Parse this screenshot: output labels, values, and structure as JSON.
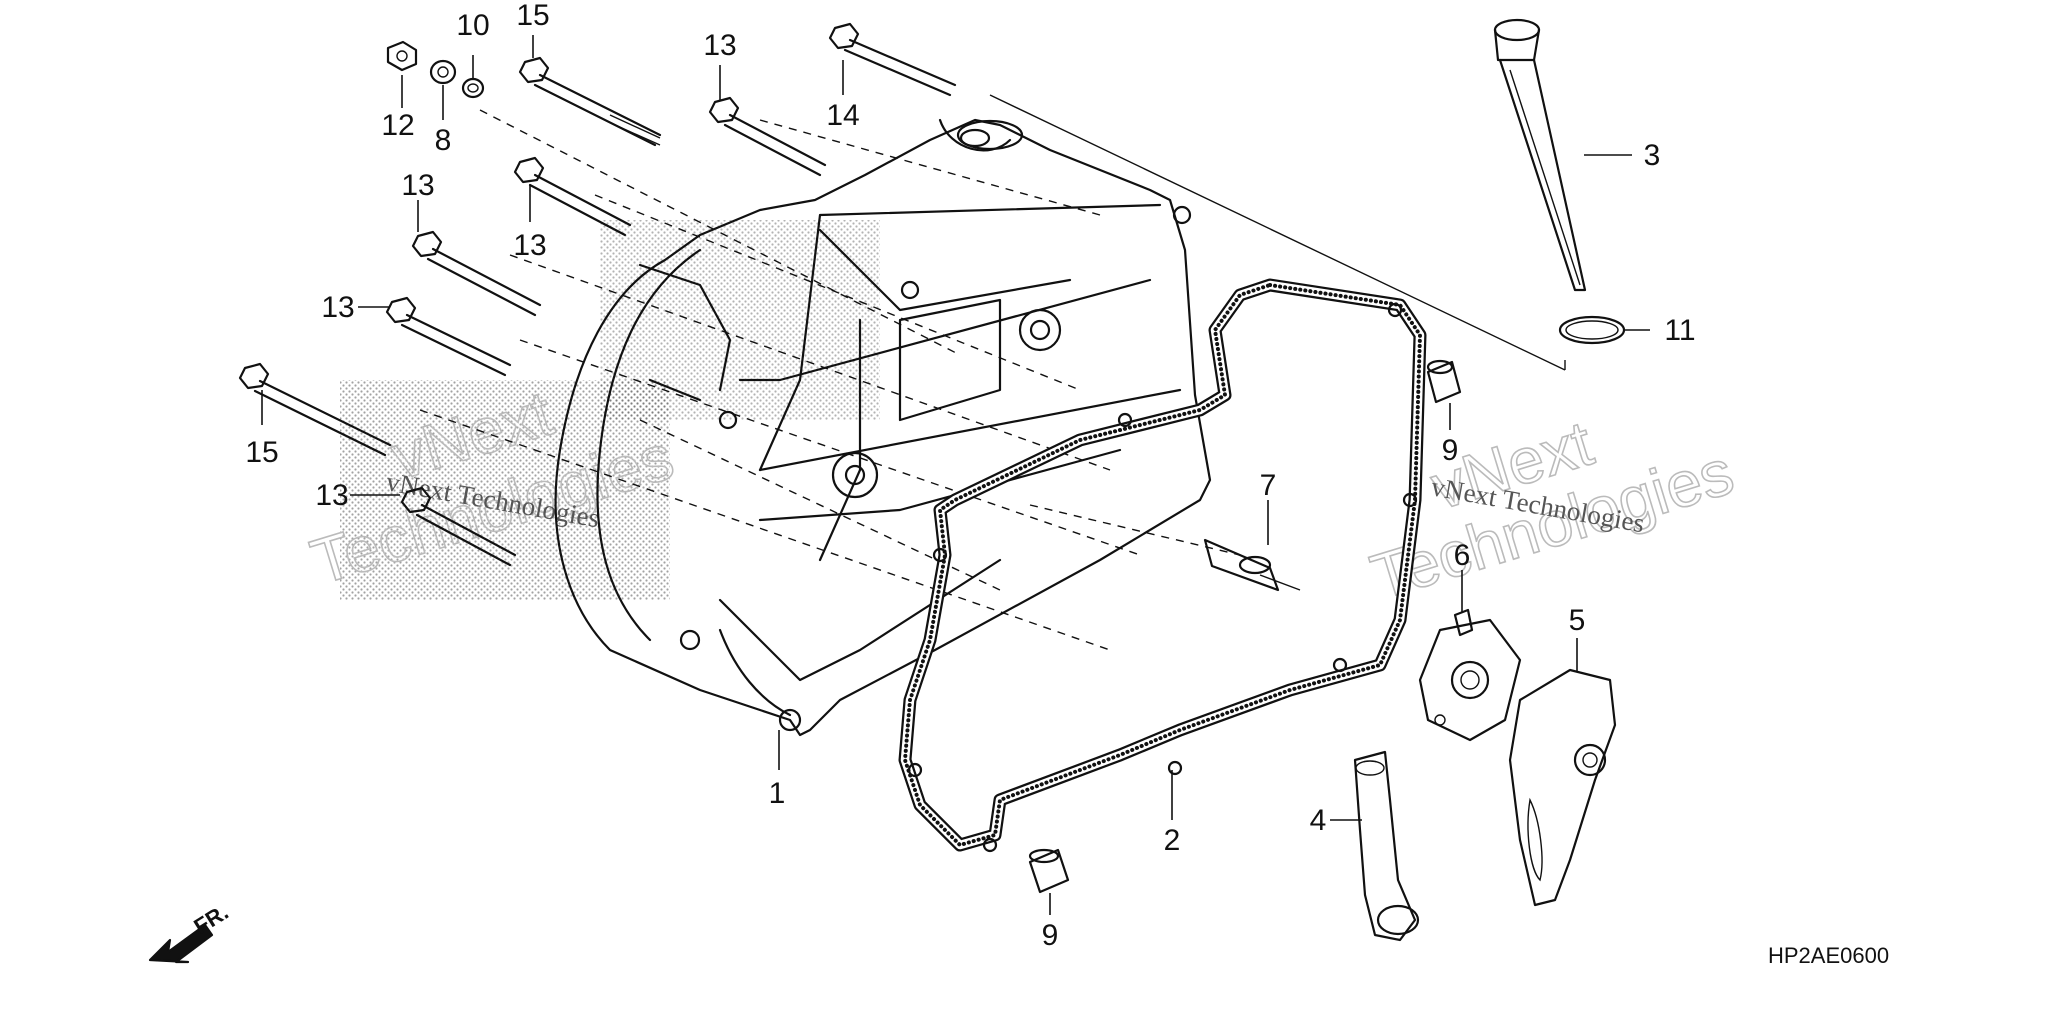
{
  "diagram_code": "HP2AE0600",
  "direction_label": "FR.",
  "watermark": {
    "left_line1": "vNext",
    "left_line2": "Technologies",
    "left_caption": "vNext Technologies",
    "right_line1": "vNext",
    "right_line2": "Technologies",
    "right_caption": "vNext Technologies"
  },
  "callouts": [
    {
      "id": "c1",
      "label": "1"
    },
    {
      "id": "c2",
      "label": "2"
    },
    {
      "id": "c3",
      "label": "3"
    },
    {
      "id": "c4",
      "label": "4"
    },
    {
      "id": "c5",
      "label": "5"
    },
    {
      "id": "c6",
      "label": "6"
    },
    {
      "id": "c7",
      "label": "7"
    },
    {
      "id": "c8",
      "label": "8"
    },
    {
      "id": "c9a",
      "label": "9"
    },
    {
      "id": "c9b",
      "label": "9"
    },
    {
      "id": "c10",
      "label": "10"
    },
    {
      "id": "c11",
      "label": "11"
    },
    {
      "id": "c12",
      "label": "12"
    },
    {
      "id": "c13a",
      "label": "13"
    },
    {
      "id": "c13b",
      "label": "13"
    },
    {
      "id": "c13c",
      "label": "13"
    },
    {
      "id": "c13d",
      "label": "13"
    },
    {
      "id": "c13e",
      "label": "13"
    },
    {
      "id": "c14",
      "label": "14"
    },
    {
      "id": "c15a",
      "label": "15"
    },
    {
      "id": "c15b",
      "label": "15"
    }
  ]
}
